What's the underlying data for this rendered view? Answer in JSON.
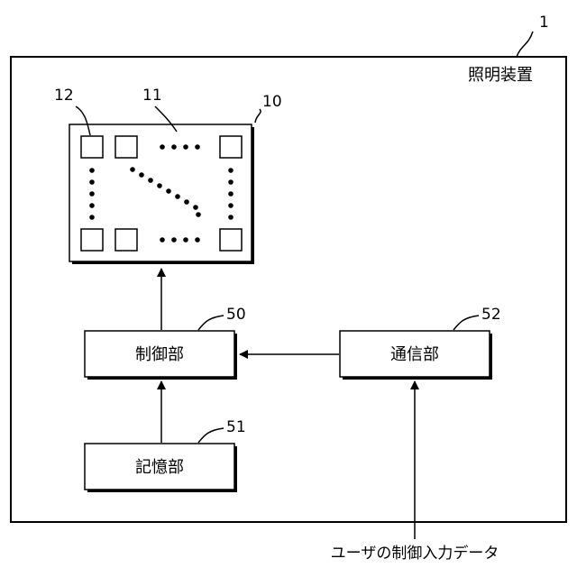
{
  "device": {
    "ref": "1",
    "label": "照明装置"
  },
  "light_panel": {
    "ref": "10",
    "element_ref": "11",
    "unit_ref": "12"
  },
  "blocks": {
    "control": {
      "ref": "50",
      "label": "制御部"
    },
    "storage": {
      "ref": "51",
      "label": "記憶部"
    },
    "communication": {
      "ref": "52",
      "label": "通信部"
    }
  },
  "input": {
    "label": "ユーザの制御入力データ"
  }
}
